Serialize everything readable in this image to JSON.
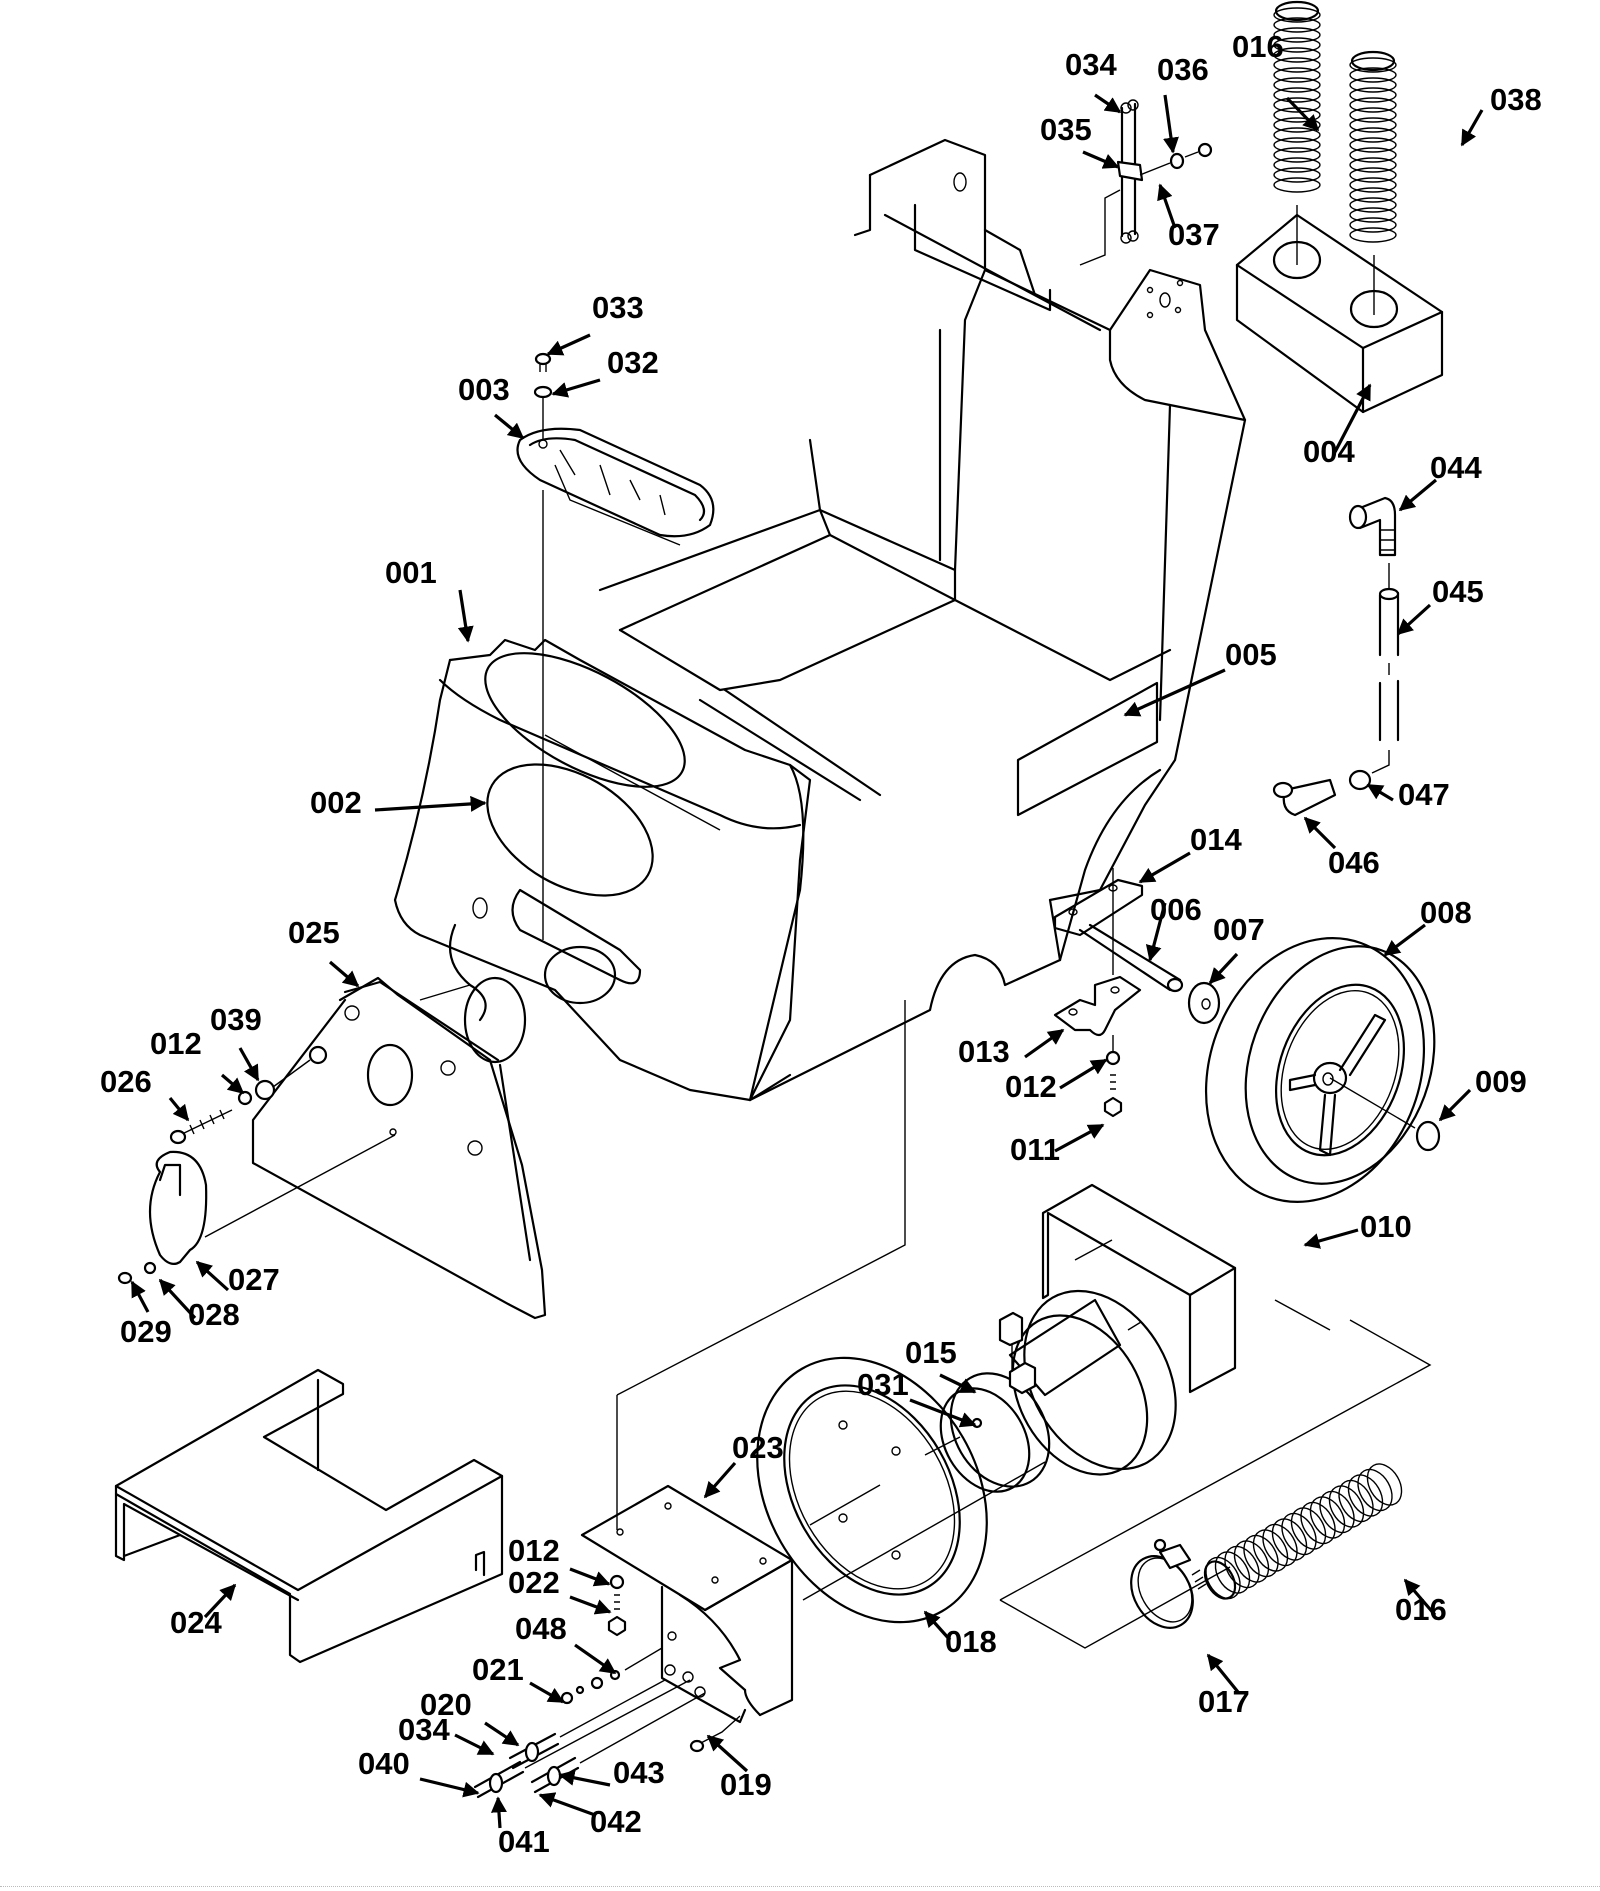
{
  "diagram": {
    "title": "Exploded parts view",
    "parts": [
      {
        "id": "p001",
        "label": "001",
        "part": "main body / recovery tank"
      },
      {
        "id": "p002",
        "label": "002",
        "part": "decal oval"
      },
      {
        "id": "p003",
        "label": "003",
        "part": "filter basket"
      },
      {
        "id": "p004",
        "label": "004",
        "part": "hose holder block"
      },
      {
        "id": "p005",
        "label": "005",
        "part": "decal rectangle"
      },
      {
        "id": "p006",
        "label": "006",
        "part": "axle"
      },
      {
        "id": "p007",
        "label": "007",
        "part": "washer"
      },
      {
        "id": "p008",
        "label": "008",
        "part": "wheel"
      },
      {
        "id": "p009",
        "label": "009",
        "part": "hub cap"
      },
      {
        "id": "p010",
        "label": "010",
        "part": "motor cover"
      },
      {
        "id": "p011",
        "label": "011",
        "part": "bolt"
      },
      {
        "id": "p012a",
        "label": "012",
        "part": "lock nut (axle)"
      },
      {
        "id": "p012b",
        "label": "012",
        "part": "lock nut (plate)"
      },
      {
        "id": "p012c",
        "label": "012",
        "part": "lock nut (bracket)"
      },
      {
        "id": "p013",
        "label": "013",
        "part": "axle clamp"
      },
      {
        "id": "p014",
        "label": "014",
        "part": "axle bracket"
      },
      {
        "id": "p015",
        "label": "015",
        "part": "vacuum motor"
      },
      {
        "id": "p016a",
        "label": "016",
        "part": "hose (top)"
      },
      {
        "id": "p016b",
        "label": "016",
        "part": "hose (bottom)"
      },
      {
        "id": "p017",
        "label": "017",
        "part": "hose clamp"
      },
      {
        "id": "p018",
        "label": "018",
        "part": "motor gasket"
      },
      {
        "id": "p019",
        "label": "019",
        "part": "screw"
      },
      {
        "id": "p020",
        "label": "020",
        "part": "fitting"
      },
      {
        "id": "p021",
        "label": "021",
        "part": "nut"
      },
      {
        "id": "p022",
        "label": "022",
        "part": "bolt"
      },
      {
        "id": "p023",
        "label": "023",
        "part": "motor bracket"
      },
      {
        "id": "p024",
        "label": "024",
        "part": "base cover"
      },
      {
        "id": "p025",
        "label": "025",
        "part": "side plate"
      },
      {
        "id": "p026",
        "label": "026",
        "part": "screw"
      },
      {
        "id": "p027",
        "label": "027",
        "part": "cap cover"
      },
      {
        "id": "p028",
        "label": "028",
        "part": "washer"
      },
      {
        "id": "p029",
        "label": "029",
        "part": "screw"
      },
      {
        "id": "p031",
        "label": "031",
        "part": "motor screw"
      },
      {
        "id": "p032",
        "label": "032",
        "part": "washer"
      },
      {
        "id": "p033",
        "label": "033",
        "part": "screw"
      },
      {
        "id": "p034a",
        "label": "034",
        "part": "rod (top)"
      },
      {
        "id": "p034b",
        "label": "034",
        "part": "tube (bottom)"
      },
      {
        "id": "p035",
        "label": "035",
        "part": "clip"
      },
      {
        "id": "p036",
        "label": "036",
        "part": "screw"
      },
      {
        "id": "p037",
        "label": "037",
        "part": "washer"
      },
      {
        "id": "p038",
        "label": "038",
        "part": "hose"
      },
      {
        "id": "p039",
        "label": "039",
        "part": "washer"
      },
      {
        "id": "p040",
        "label": "040",
        "part": "tube"
      },
      {
        "id": "p041",
        "label": "041",
        "part": "fitting"
      },
      {
        "id": "p042",
        "label": "042",
        "part": "tube"
      },
      {
        "id": "p043",
        "label": "043",
        "part": "fitting"
      },
      {
        "id": "p044",
        "label": "044",
        "part": "elbow fitting"
      },
      {
        "id": "p045",
        "label": "045",
        "part": "drain hose"
      },
      {
        "id": "p046",
        "label": "046",
        "part": "elbow fitting"
      },
      {
        "id": "p047",
        "label": "047",
        "part": "clamp"
      },
      {
        "id": "p048",
        "label": "048",
        "part": "o-ring"
      }
    ]
  }
}
